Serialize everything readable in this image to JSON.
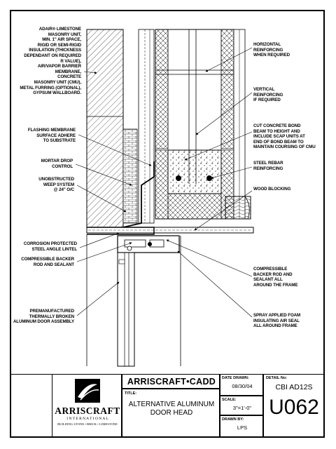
{
  "notes_left": [
    {
      "key": "n1",
      "text": "ADAIR® LIMESTONE\nMASONRY UNIT,\nMIN. 1\" AIR SPACE,\nRIGID OR SEMI-RIGID\nINSULATION (THICKNESS\nDEPENDANT ON REQUIRED\nR VALUE),\nAIR/VAPOR BARRIER\nMEMBRANE,\nCONCRETE\nMASONRY UNIT (CMU),\nMETAL FURRING (OPTIONAL),\nGYPSUM WALLBOARD."
    },
    {
      "key": "n2",
      "text": "FLASHING MEMBRANE\nSURFACE ADHERE\nTO SUBSTRATE"
    },
    {
      "key": "n3",
      "text": "MORTAR DROP\nCONTROL"
    },
    {
      "key": "n4",
      "text": "UNOBSTRUCTED\nWEEP SYSTEM\n@ 24\" O/C"
    },
    {
      "key": "n5",
      "text": "CORROSION PROTECTED\nSTEEL ANGLE LINTEL"
    },
    {
      "key": "n6",
      "text": "COMPRESSIBLE BACKER\nROD AND SEALANT"
    },
    {
      "key": "n7",
      "text": "PREMANUFACTURED\nTHERMALLY BROKEN\nALUMINUM DOOR ASSEMBLY"
    }
  ],
  "notes_right": [
    {
      "key": "m1",
      "text": "HORIZONTAL\nREINFORCING\nWHEN REQUIRED"
    },
    {
      "key": "m2",
      "text": "VERTICAL\nREINFORCING\nIF REQUIRED"
    },
    {
      "key": "m3",
      "text": "CUT CONCRETE BOND\nBEAM TO HEIGHT AND\nINCLUDE SCAP UNITS AT\nEND OF BOND BEAM TO\nMAINTAIN COURSING OF CMU"
    },
    {
      "key": "m4",
      "text": "STEEL REBAR\nREINFORCING"
    },
    {
      "key": "m5",
      "text": "WOOD BLOCKING"
    },
    {
      "key": "m6",
      "text": "COMPRESSIBLE\nBACKER ROD AND\nSEALANT ALL\nAROUND THE FRAME"
    },
    {
      "key": "m7",
      "text": "SPRAY APPLIED FOAM\nINSULATING AIR SEAL\nALL AROUND FRAME"
    }
  ],
  "title_block": {
    "company_header": "ARRISCRAFT•CADD",
    "title_label": "TITLE:",
    "title_line1": "ALTERNATIVE ALUMINUM",
    "title_line2": "DOOR HEAD",
    "date_label": "DATE DRAWN:",
    "date_value": "08/30/04",
    "scale_label": "SCALE:",
    "scale_value": "3\"=1'-0\"",
    "drawn_label": "DRAWN BY:",
    "drawn_value": "LPS",
    "detail_label": "DETAIL No:",
    "detail_code": "CBI AD12S",
    "detail_number": "U062",
    "logo_name": "ARRISCRAFT",
    "logo_sub": "I N T E R N A T I O N A L",
    "logo_tagline": "BUILDING STONE • BRICK • LIMESTONE"
  }
}
